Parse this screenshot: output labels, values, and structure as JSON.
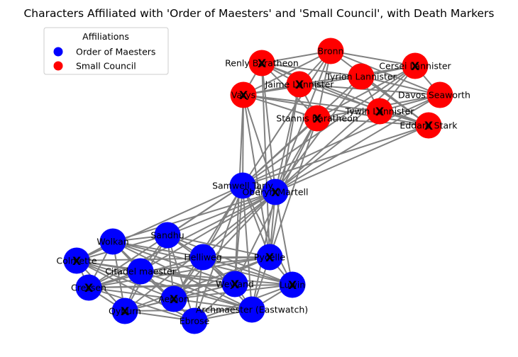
{
  "title": "Characters Affiliated with 'Order of Maesters' and 'Small Council', with Death Markers",
  "legend": {
    "title": "Affiliations",
    "entries": [
      {
        "label": "Order of Maesters",
        "color": "#0000ff"
      },
      {
        "label": "Small Council",
        "color": "#ff0000"
      }
    ]
  },
  "colors": {
    "maesters": "#0000ff",
    "council": "#ff0000",
    "edge": "#808080"
  },
  "death_marker": "X",
  "nodes": [
    {
      "id": "bronn",
      "label": "Bronn",
      "group": "council",
      "dead": false
    },
    {
      "id": "renly",
      "label": "Renly Baratheon",
      "group": "council",
      "dead": true
    },
    {
      "id": "cersei",
      "label": "Cersei Lannister",
      "group": "council",
      "dead": true
    },
    {
      "id": "tyrion",
      "label": "Tyrion Lannister",
      "group": "council",
      "dead": false
    },
    {
      "id": "jaime",
      "label": "Jaime Lannister",
      "group": "council",
      "dead": true
    },
    {
      "id": "varys",
      "label": "Varys",
      "group": "council",
      "dead": true
    },
    {
      "id": "davos",
      "label": "Davos Seaworth",
      "group": "council",
      "dead": false
    },
    {
      "id": "tywin",
      "label": "Tywin Lannister",
      "group": "council",
      "dead": true
    },
    {
      "id": "stannis",
      "label": "Stannis Baratheon",
      "group": "council",
      "dead": true
    },
    {
      "id": "eddard",
      "label": "Eddard Stark",
      "group": "council",
      "dead": true
    },
    {
      "id": "samwell",
      "label": "Samwell Tarly",
      "group": "maesters",
      "dead": false
    },
    {
      "id": "oberyn",
      "label": "Oberyn Martell",
      "group": "maesters",
      "dead": true
    },
    {
      "id": "wolkan",
      "label": "Wolkan",
      "group": "maesters",
      "dead": false
    },
    {
      "id": "sandhu",
      "label": "Sandhu",
      "group": "maesters",
      "dead": false
    },
    {
      "id": "colmette",
      "label": "Colmette",
      "group": "maesters",
      "dead": true
    },
    {
      "id": "helliweg",
      "label": "Helliweg",
      "group": "maesters",
      "dead": false
    },
    {
      "id": "pycelle",
      "label": "Pycelle",
      "group": "maesters",
      "dead": true
    },
    {
      "id": "citadel",
      "label": "Citadel maester",
      "group": "maesters",
      "dead": false
    },
    {
      "id": "cressen",
      "label": "Cressen",
      "group": "maesters",
      "dead": true
    },
    {
      "id": "weyland",
      "label": "Weyland",
      "group": "maesters",
      "dead": true
    },
    {
      "id": "luwin",
      "label": "Luwin",
      "group": "maesters",
      "dead": true
    },
    {
      "id": "aemon",
      "label": "Aemon",
      "group": "maesters",
      "dead": true
    },
    {
      "id": "qyburn",
      "label": "Qyburn",
      "group": "maesters",
      "dead": true
    },
    {
      "id": "eastwatch",
      "label": "Archmaester (Eastwatch)",
      "group": "maesters",
      "dead": false
    },
    {
      "id": "ebrose",
      "label": "Ebrose",
      "group": "maesters",
      "dead": false
    }
  ]
}
